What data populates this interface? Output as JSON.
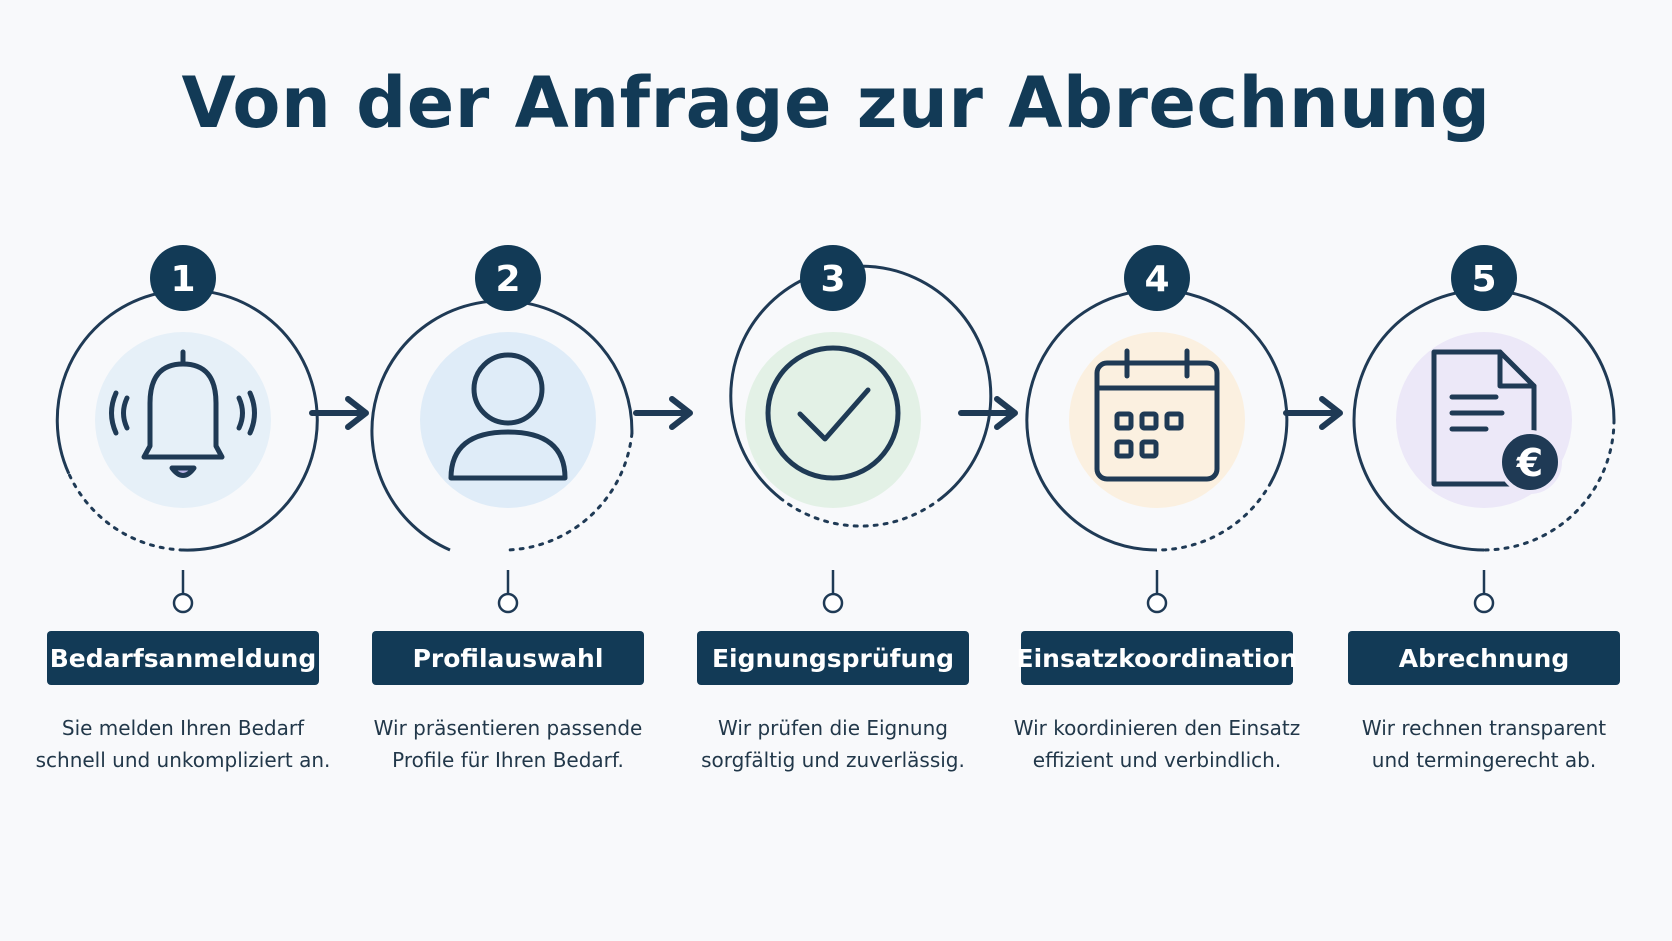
{
  "title": "Von der Anfrage zur Abrechnung",
  "colors": {
    "primary": "#123a56",
    "ring": "#1f3a55",
    "tint_1": "#e6f0f8",
    "tint_2": "#dfecf8",
    "tint_3": "#e3f1e6",
    "tint_4": "#fbf0e0",
    "tint_5": "#ece8f8"
  },
  "steps": [
    {
      "number": "1",
      "icon": "bell-icon",
      "label": "Bedarfsanmeldung",
      "desc_line1": "Sie melden Ihren Bedarf",
      "desc_line2": "schnell und unkompliziert an."
    },
    {
      "number": "2",
      "icon": "user-icon",
      "label": "Profilauswahl",
      "desc_line1": "Wir präsentieren passende",
      "desc_line2": "Profile für Ihren Bedarf."
    },
    {
      "number": "3",
      "icon": "checkmark-circle-icon",
      "label": "Eignungsprüfung",
      "desc_line1": "Wir prüfen die Eignung",
      "desc_line2": "sorgfältig und zuverlässig."
    },
    {
      "number": "4",
      "icon": "calendar-icon",
      "label": "Einsatzkoordination",
      "desc_line1": "Wir koordinieren den Einsatz",
      "desc_line2": "effizient und verbindlich."
    },
    {
      "number": "5",
      "icon": "invoice-euro-icon",
      "label": "Abrechnung",
      "desc_line1": "Wir rechnen transparent",
      "desc_line2": "und termingerecht ab."
    }
  ]
}
